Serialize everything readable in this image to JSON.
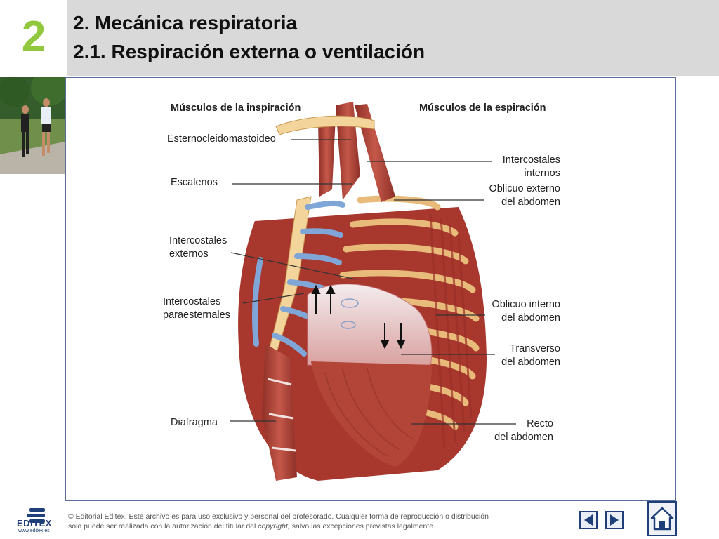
{
  "header": {
    "chapter_number": "2",
    "title_line1": "2. Mecánica respiratoria",
    "title_line2": "2.1. Respiración externa o ventilación"
  },
  "diagram": {
    "left_heading": "Músculos de la inspiración",
    "right_heading": "Músculos de la espiración",
    "left_labels": [
      "Esternocleidomastoideo",
      "Escalenos",
      "Intercostales\nexternos",
      "Intercostales\nparaesternales",
      "Diafragma"
    ],
    "right_labels": [
      "Intercostales\ninternos",
      "Oblicuo externo\ndel abdomen",
      "Oblicuo interno\ndel abdomen",
      "Transverso\ndel abdomen",
      "Recto\ndel abdomen"
    ]
  },
  "footer": {
    "logo_text": "EDITEX",
    "logo_url": "www.editex.es",
    "copyright_line1": "© Editorial Editex. Este archivo es para uso exclusivo y personal del profesorado. Cualquier forma de reproducción o distribución",
    "copyright_line2_pre": "solo puede ser realizada con la autorización del titular del ",
    "copyright_line2_em": "copyright,",
    "copyright_line2_post": " salvo las excepciones previstas legalmente."
  },
  "colors": {
    "accent_green": "#92c83e",
    "header_gray": "#d9d9d9",
    "nav_blue": "#1f3f78",
    "muscle_red": "#b5473a",
    "bone": "#f0c890",
    "cartilage_blue": "#7fa6d6"
  }
}
